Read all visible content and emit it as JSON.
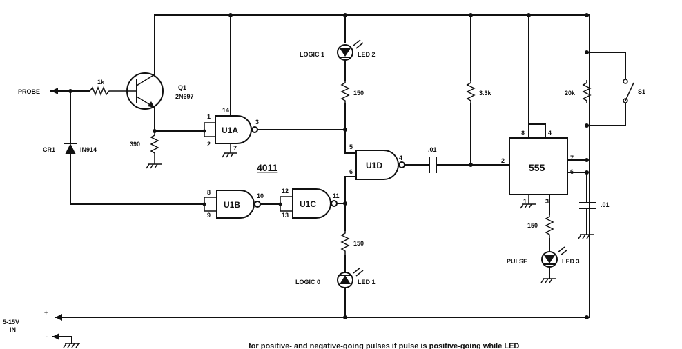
{
  "labels": {
    "probe": "PROBE",
    "r_1k": "1k",
    "q1_ref": "Q1",
    "q1_part": "2N697",
    "r_390": "390",
    "cr1_ref": "CR1",
    "cr1_part": "IN914",
    "chip": "4011",
    "logic1": "LOGIC 1",
    "led2": "LED 2",
    "r_150_top": "150",
    "logic0": "LOGIC 0",
    "led1": "LED 1",
    "r_150_bot": "150",
    "r_33k": "3.3k",
    "c_01a": ".01",
    "ic555": "555",
    "r_20k": "20k",
    "s1": "S1",
    "c_01b": ".01",
    "r_150_pulse": "150",
    "pulse": "PULSE",
    "led3": "LED 3",
    "supply": "5-15V",
    "supply_in": "IN",
    "plus": "+",
    "minus": "-",
    "caption": "for positive- and negative-going pulses    if pulse is positive-going while LED"
  },
  "gates": {
    "u1a": "U1A",
    "u1b": "U1B",
    "u1c": "U1C",
    "u1d": "U1D"
  },
  "pins": {
    "u1a_1": "1",
    "u1a_2": "2",
    "u1a_3": "3",
    "u1a_14": "14",
    "u1a_7": "7",
    "u1b_8": "8",
    "u1b_9": "9",
    "u1b_10": "10",
    "u1c_12": "12",
    "u1c_13": "13",
    "u1c_11": "11",
    "u1d_5": "5",
    "u1d_6": "6",
    "u1d_4": "4",
    "t555_2": "2",
    "t555_8": "8",
    "t555_4": "4",
    "t555_7": "7",
    "t555_6": "6",
    "t555_1": "1",
    "t555_3": "3"
  }
}
